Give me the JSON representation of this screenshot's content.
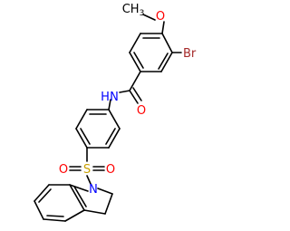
{
  "molecule": {
    "atom_labels": {
      "methyl": "CH3",
      "methoxy_o": "O",
      "bromo": "Br",
      "carbonyl_o": "O",
      "amide_n": "N",
      "amide_h": "H",
      "sulfur": "S",
      "sulfonyl_o1": "O",
      "sulfonyl_o2": "O",
      "indoline_n": "N"
    },
    "colors": {
      "carbon": "#000000",
      "oxygen": "#ff0000",
      "nitrogen": "#0000ff",
      "sulfur": "#c8a000",
      "bromine": "#a52a2a"
    }
  }
}
